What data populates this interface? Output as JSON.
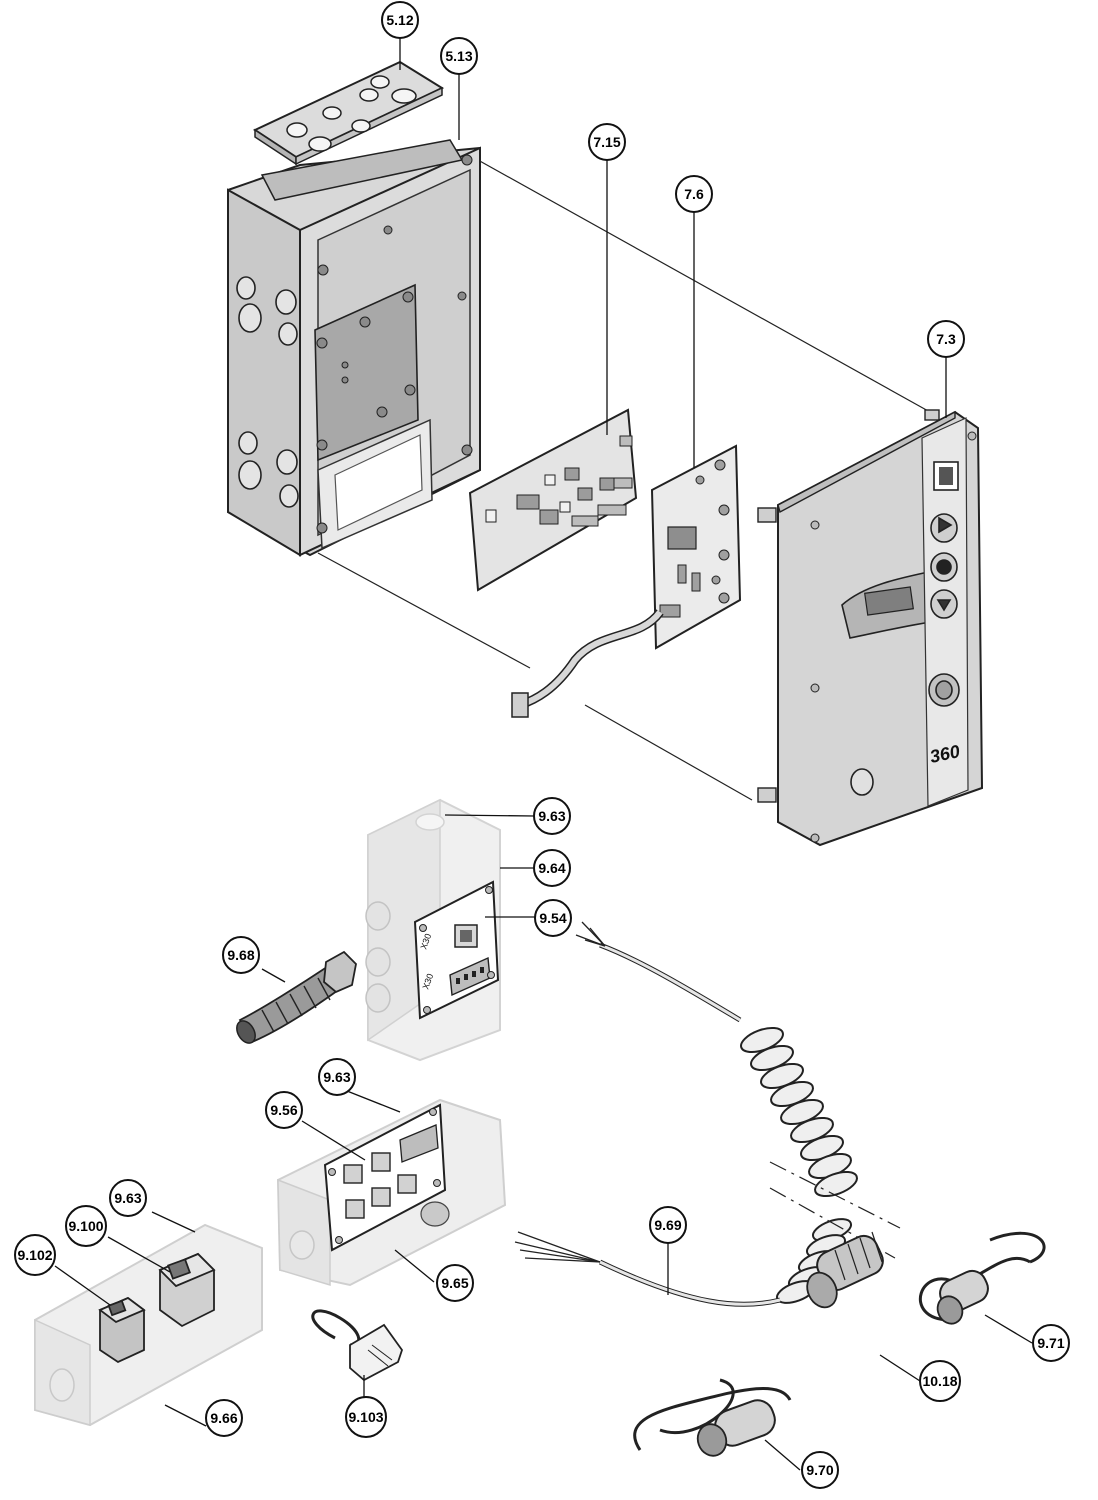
{
  "callouts": [
    {
      "id": "5.12",
      "label": "5.12"
    },
    {
      "id": "5.13",
      "label": "5.13"
    },
    {
      "id": "7.15",
      "label": "7.15"
    },
    {
      "id": "7.6",
      "label": "7.6"
    },
    {
      "id": "7.3",
      "label": "7.3"
    },
    {
      "id": "9.63a",
      "label": "9.63"
    },
    {
      "id": "9.64",
      "label": "9.64"
    },
    {
      "id": "9.54",
      "label": "9.54"
    },
    {
      "id": "9.68",
      "label": "9.68"
    },
    {
      "id": "9.63b",
      "label": "9.63"
    },
    {
      "id": "9.56",
      "label": "9.56"
    },
    {
      "id": "9.63c",
      "label": "9.63"
    },
    {
      "id": "9.100",
      "label": "9.100"
    },
    {
      "id": "9.102",
      "label": "9.102"
    },
    {
      "id": "9.69",
      "label": "9.69"
    },
    {
      "id": "9.65",
      "label": "9.65"
    },
    {
      "id": "9.103",
      "label": "9.103"
    },
    {
      "id": "9.66",
      "label": "9.66"
    },
    {
      "id": "9.71",
      "label": "9.71"
    },
    {
      "id": "10.18",
      "label": "10.18"
    },
    {
      "id": "9.70",
      "label": "9.70"
    }
  ],
  "parts": {
    "cover_model_text": "360",
    "board_x30_label_top": "X30",
    "board_x30_label_bottom": "X30"
  },
  "colors": {
    "line": "#111111",
    "housing_gray": "#d6d6d6",
    "housing_dark": "#a9a9a9",
    "ghost_gray": "#ececec",
    "ghost_edge": "#c4c4c4",
    "board_gray": "#e2e2e2",
    "callout_fill": "#ffffff"
  }
}
